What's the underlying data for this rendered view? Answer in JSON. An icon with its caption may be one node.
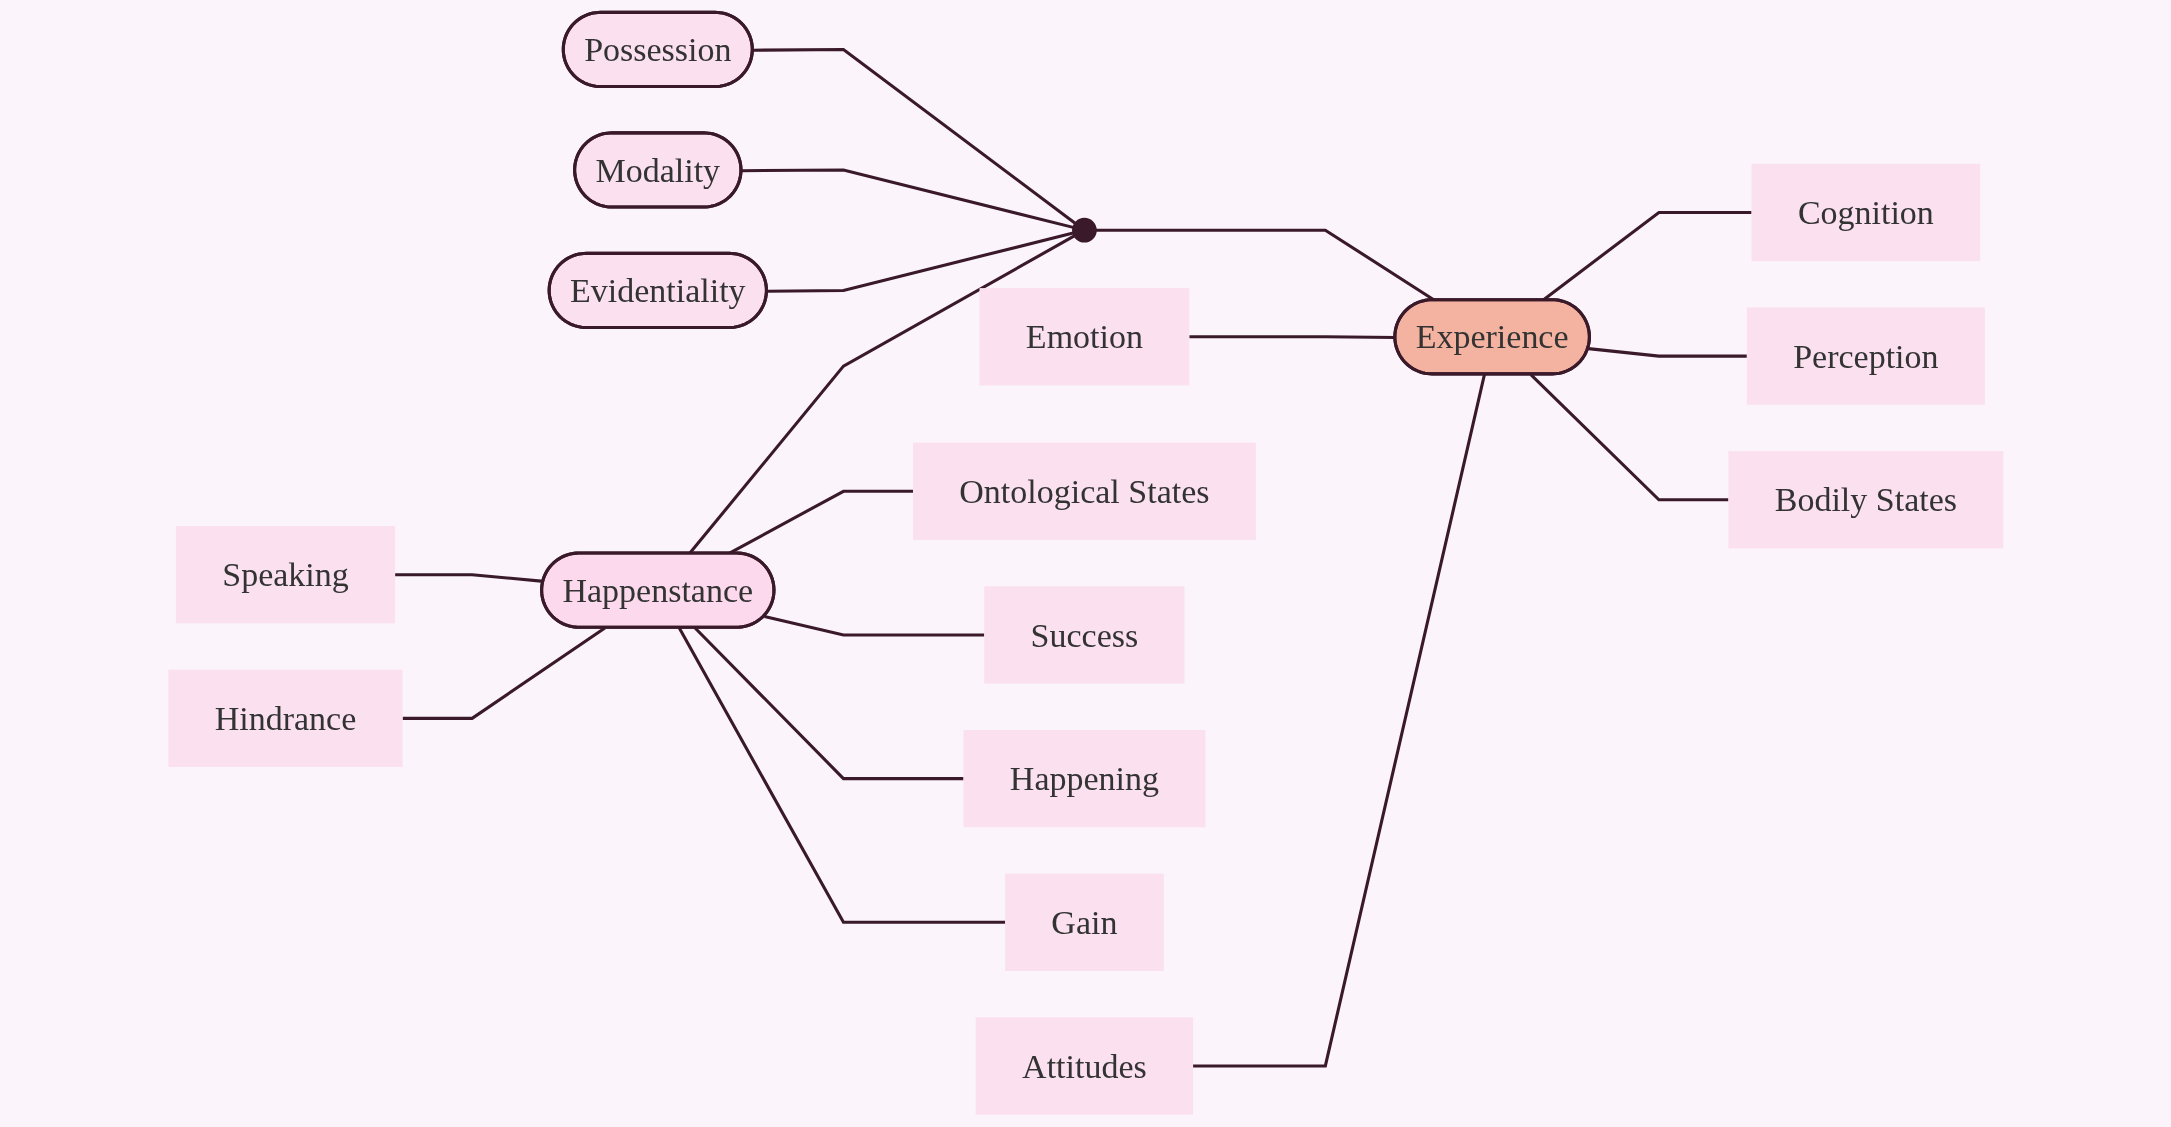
{
  "diagram": {
    "nodes": [
      {
        "text": [
          "Possession"
        ]
      },
      {
        "text": [
          "Modality"
        ]
      },
      {
        "text": [
          "Evidentiality"
        ]
      },
      {
        "text": [
          "Emotion"
        ]
      },
      {
        "text": [
          "Speaking"
        ]
      },
      {
        "text": [
          "Attitudes"
        ]
      },
      {
        "text": [
          "Hindrance"
        ]
      },
      {
        "text": [
          "Happenstance"
        ]
      },
      {
        "text": [
          "Experience"
        ]
      },
      {
        "text": [
          "Cognition"
        ]
      },
      {
        "text": [
          "Ontological States"
        ]
      },
      {
        "text": [
          "Success"
        ]
      },
      {
        "text": [
          "Perception"
        ]
      },
      {
        "text": [
          "Happening"
        ]
      },
      {
        "text": [
          "Gain"
        ]
      },
      {
        "text": [
          "Bodily States"
        ]
      },
      {
        "text": [],
        "shape": "circle"
      }
    ],
    "edges": [
      {
        "from": 0,
        "to": 16,
        "arrow": "none"
      },
      {
        "from": 1,
        "to": 16,
        "arrow": "none"
      },
      {
        "from": 2,
        "to": 16,
        "arrow": "none"
      },
      {
        "from": 7,
        "to": 16,
        "arrow": "none"
      },
      {
        "from": 16,
        "to": 8,
        "arrow": "none"
      },
      {
        "from": 4,
        "to": 7,
        "arrow": "none"
      },
      {
        "from": 6,
        "to": 7,
        "arrow": "none"
      },
      {
        "from": 7,
        "to": 10,
        "arrow": "none"
      },
      {
        "from": 7,
        "to": 13,
        "arrow": "none"
      },
      {
        "from": 7,
        "to": 14,
        "arrow": "none"
      },
      {
        "from": 7,
        "to": 11,
        "arrow": "none"
      },
      {
        "from": 3,
        "to": 8,
        "arrow": "none"
      },
      {
        "from": 5,
        "to": 8,
        "arrow": "none"
      },
      {
        "from": 8,
        "to": 9,
        "arrow": "none"
      },
      {
        "from": 8,
        "to": 12,
        "arrow": "none"
      },
      {
        "from": 8,
        "to": 15,
        "arrow": "none"
      }
    ]
  }
}
